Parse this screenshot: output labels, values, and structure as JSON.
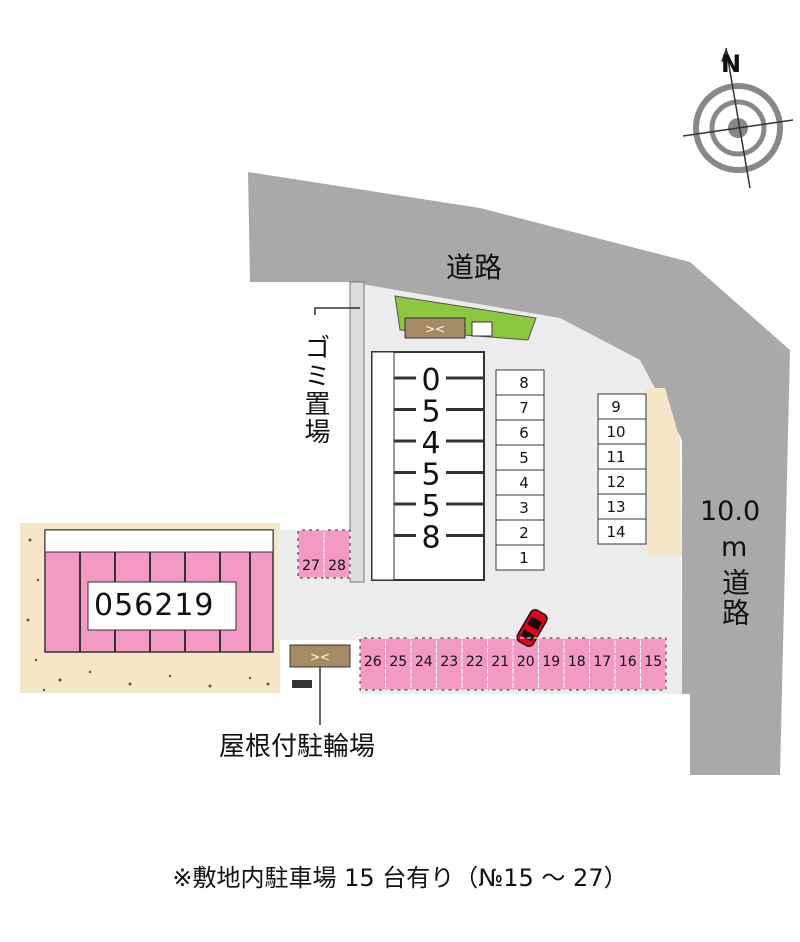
{
  "labels": {
    "road_top": "道路",
    "road_right_width": "10.0",
    "road_right_unit": "m",
    "road_right": "道路",
    "garbage": "ゴミ置場",
    "bike_parking": "屋根付駐輪場",
    "property_code": "056219",
    "north": "N"
  },
  "building_digits": [
    "0",
    "5",
    "4",
    "5",
    "5",
    "8"
  ],
  "spaces_middle": [
    "8",
    "7",
    "6",
    "5",
    "4",
    "3",
    "2",
    "1"
  ],
  "spaces_right": [
    "9",
    "10",
    "11",
    "12",
    "13",
    "14"
  ],
  "spaces_bottom": [
    "26",
    "25",
    "24",
    "23",
    "22",
    "21",
    "20",
    "19",
    "18",
    "17",
    "16",
    "15"
  ],
  "spaces_left": [
    "27",
    "28"
  ],
  "footer": "※敷地内駐車場 15 台有り（№15 ～ 27）",
  "colors": {
    "road": "#a9a9a9",
    "lot": "#ececec",
    "pink": "#f29ac4",
    "green": "#8dc63f",
    "sand": "#f5e6c8",
    "brown": "#a68a64"
  }
}
